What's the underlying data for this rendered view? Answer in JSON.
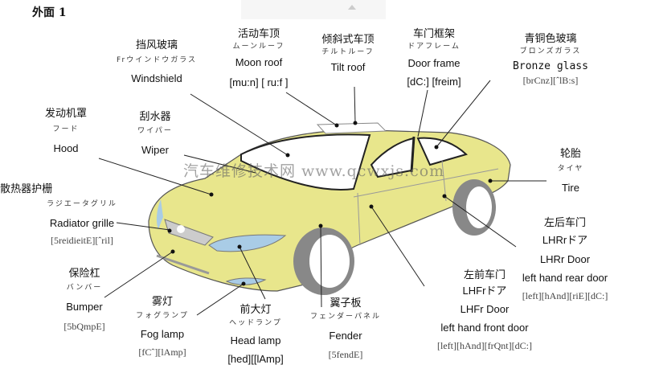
{
  "title": "外面 1",
  "watermark": "汽车维修技术网 www.qcwxjs.com",
  "colors": {
    "body": "#e8e68c",
    "glass_light": "#a9cce6",
    "tire": "#888888"
  },
  "parts": {
    "windshield": {
      "zh": "挡风玻璃",
      "jp": "Frウインドウガラス",
      "en": "Windshield"
    },
    "moon_roof": {
      "zh": "活动车顶",
      "jp": "ムーンルーフ",
      "en": "Moon roof",
      "phonetic": "[mu:n]  [ ru:f ]"
    },
    "tilt_roof": {
      "zh": "倾斜式车顶",
      "jp": "チルトルーフ",
      "en": "Tilt roof"
    },
    "door_frame": {
      "zh": "车门框架",
      "jp": "ドアフレーム",
      "en": "Door frame",
      "phonetic": "[dC:] [freim]"
    },
    "bronze_glass": {
      "zh": "青铜色玻璃",
      "jp": "ブロンズガラス",
      "en": "Bronze glass",
      "phonetic": "[brCnz][ˆlB:s]"
    },
    "hood": {
      "zh": "发动机罩",
      "jp": "フード",
      "en": "Hood"
    },
    "wiper": {
      "zh": "刮水器",
      "jp": "ワイパー",
      "en": "Wiper"
    },
    "tire": {
      "zh": "轮胎",
      "jp": "タイヤ",
      "en": "Tire"
    },
    "radiator_grille": {
      "zh": "散热器护栅",
      "jp": "ラジエータグリル",
      "en": "Radiator grille",
      "phonetic": "[5reidieitE][ˆril]"
    },
    "bumper": {
      "zh": "保险杠",
      "jp": "バンバー",
      "en": "Bumper",
      "phonetic": "[5bQmpE]"
    },
    "fog_lamp": {
      "zh": "雾灯",
      "jp": "フォグランプ",
      "en": "Fog lamp",
      "phonetic": "[fCˆ][lAmp]"
    },
    "head_lamp": {
      "zh": "前大灯",
      "jp": "ヘッドランプ",
      "en": "Head lamp",
      "phonetic": "[hed][[lAmp]"
    },
    "fender": {
      "zh": "翼子板",
      "jp": "フェンダーパネル",
      "en": "Fender",
      "phonetic": "[5fendE]"
    },
    "lh_front_door": {
      "zh": "左前车门",
      "jp": "LHFrドア",
      "en": "LHFr Door",
      "en2": "left hand front door",
      "phonetic": "[left][hAnd][frQnt][dC:]"
    },
    "lh_rear_door": {
      "zh": "左后车门",
      "jp": "LHRrドア",
      "en": "LHRr Door",
      "en2": "left hand rear door",
      "phonetic": "[left][hAnd][riE][dC:]"
    }
  }
}
